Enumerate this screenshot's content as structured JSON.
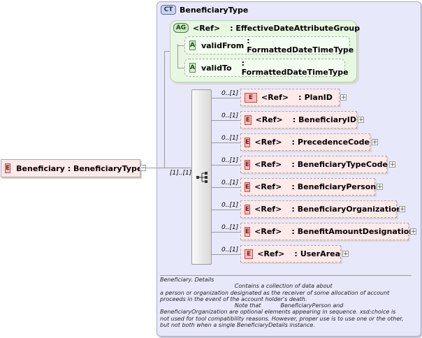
{
  "complex_type": {
    "tag": "CT",
    "name": "BeneficiaryType"
  },
  "attribute_group": {
    "tag": "AG",
    "ref": "<Ref>",
    "name": ": EffectiveDateAttributeGroup",
    "attributes": [
      {
        "tag": "A",
        "name": "validFrom",
        "type": ": FormattedDateTimeType"
      },
      {
        "tag": "A",
        "name": "validTo",
        "type": ": FormattedDateTimeType"
      }
    ]
  },
  "root": {
    "tag": "E",
    "name": "Beneficiary",
    "type": ": BeneficiaryType"
  },
  "sequence": {
    "cardinality": "[1]..[1]"
  },
  "children": [
    {
      "tag": "E",
      "cardinality": "0..[1]",
      "ref": "<Ref>",
      "sep": ":",
      "name": "PlanID"
    },
    {
      "tag": "E",
      "cardinality": "0..[1]",
      "ref": "<Ref>",
      "sep": ":",
      "name": "BeneficiaryID"
    },
    {
      "tag": "E",
      "cardinality": "0..[1]",
      "ref": "<Ref>",
      "sep": ":",
      "name": "PrecedenceCode"
    },
    {
      "tag": "E",
      "cardinality": "0..[1]",
      "ref": "<Ref>",
      "sep": ":",
      "name": "BeneficiaryTypeCode"
    },
    {
      "tag": "E",
      "cardinality": "0..[1]",
      "ref": "<Ref>",
      "sep": ":",
      "name": "BeneficiaryPerson"
    },
    {
      "tag": "E",
      "cardinality": "0..[1]",
      "ref": "<Ref>",
      "sep": ":",
      "name": "BeneficiaryOrganization"
    },
    {
      "tag": "E",
      "cardinality": "0..[1]",
      "ref": "<Ref>",
      "sep": ":",
      "name": "BenefitAmountDesignation"
    },
    {
      "tag": "E",
      "cardinality": "0..[1]",
      "ref": "<Ref>",
      "sep": ":",
      "name": "UserArea"
    }
  ],
  "documentation": [
    "Beneficiary. Details",
    "                                          Contains a collection of data about",
    "a person or organization designated as the receiver of some allocation of account",
    "proceeds in the event of the account holder's death.",
    "                                          Note that           BeneficiaryPerson and",
    "BeneficiaryOrganization are optional elements appearing in sequence. xsd:choice is",
    "not used for tool compatibility reasons. However, proper use is to use one or the other,",
    "but not both when a single BeneficiaryDetails instance."
  ]
}
